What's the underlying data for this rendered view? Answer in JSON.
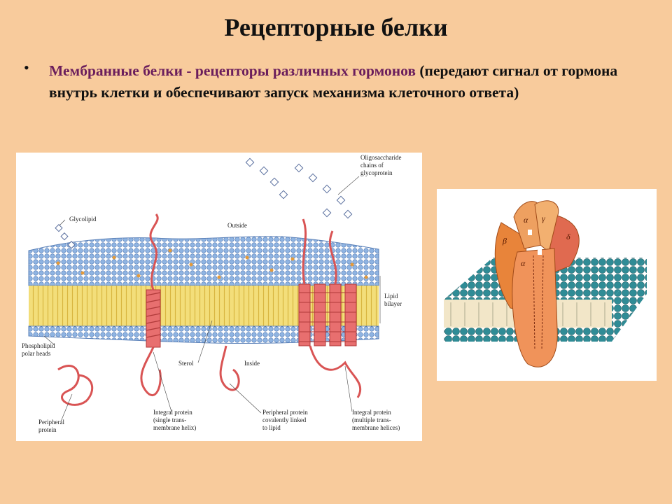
{
  "slide": {
    "title": "Рецепторные белки",
    "bullet_highlight": "Мембранные белки - рецепторы различных гормонов",
    "bullet_rest": " (передают сигнал от гормона внутрь клетки и обеспечивают запуск механизма клеточного ответа)"
  },
  "figure_left": {
    "labels": {
      "glycolipid": "Glycolipid",
      "outside": "Outside",
      "oligo_1": "Oligosaccharide",
      "oligo_2": "chains of",
      "oligo_3": "glycoprotein",
      "lipid_1": "Lipid",
      "lipid_2": "bilayer",
      "phospho_1": "Phospholipid",
      "phospho_2": "polar heads",
      "sterol": "Sterol",
      "inside": "Inside",
      "peripheral_1": "Peripheral",
      "peripheral_2": "protein",
      "integral_single_1": "Integral protein",
      "integral_single_2": "(single trans-",
      "integral_single_3": "membrane helix)",
      "peripheral_cov_1": "Peripheral protein",
      "peripheral_cov_2": "covalently linked",
      "peripheral_cov_3": "to lipid",
      "integral_multi_1": "Integral protein",
      "integral_multi_2": "(multiple trans-",
      "integral_multi_3": "membrane helices)"
    }
  },
  "figure_right": {
    "labels": {
      "alpha_1": "α",
      "gamma": "γ",
      "beta": "β",
      "delta": "δ",
      "alpha_2": "α"
    }
  },
  "colors": {
    "background": "#F8CB9C",
    "highlight": "#6B1E5C",
    "membrane_blue": "#7EA8D8",
    "membrane_yellow": "#F0D870",
    "protein_red": "#E06060"
  }
}
